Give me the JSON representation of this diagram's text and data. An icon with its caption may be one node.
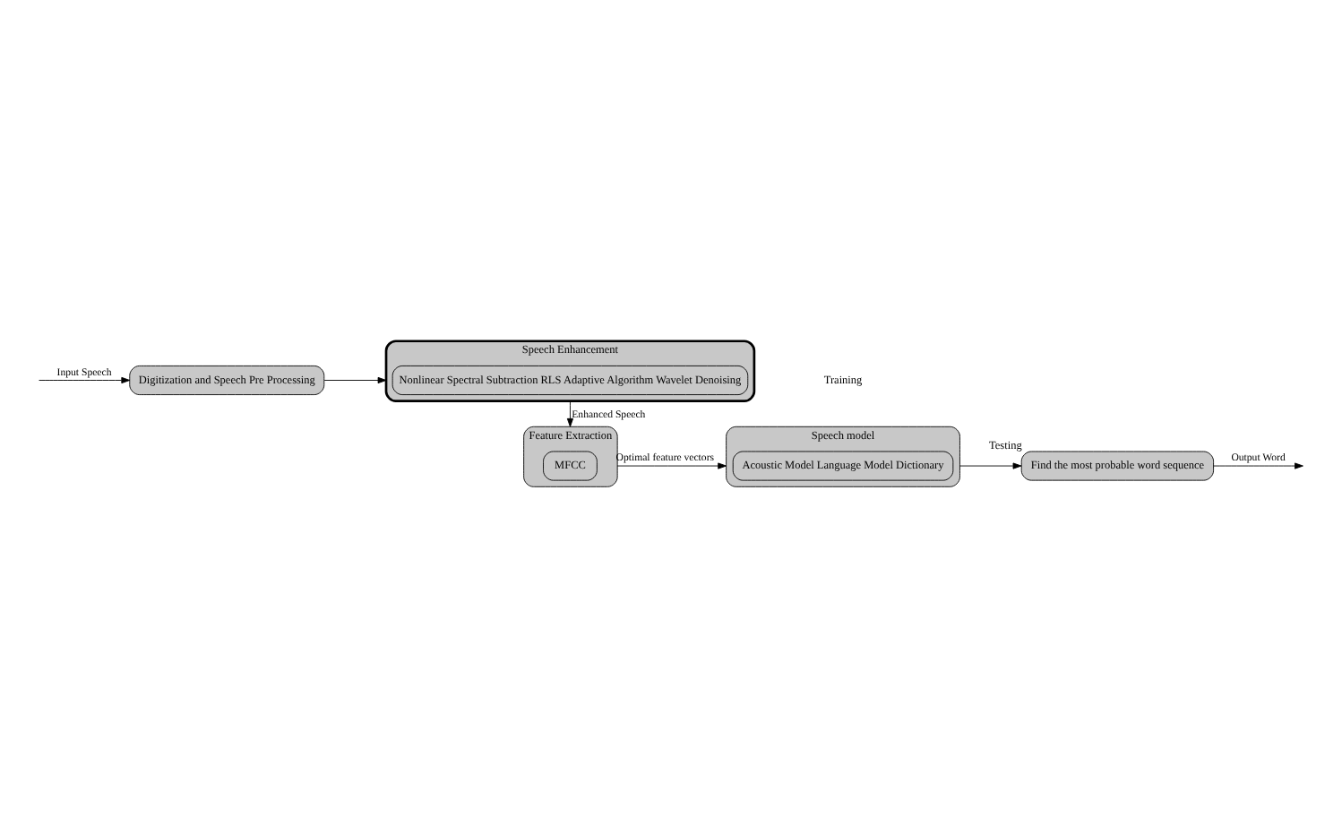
{
  "diagram": {
    "nodes": [
      {
        "text": [
          "Digitization and Speech Pre Processing"
        ]
      },
      {
        "text": [
          "Speech Enhancement"
        ]
      },
      {
        "text": [
          "Nonlinear Spectral Subtraction RLS Adaptive Algorithm Wavelet Denoising"
        ],
        "in": 1
      },
      {
        "text": [
          "Feature Extraction"
        ]
      },
      {
        "text": [
          "MFCC"
        ],
        "in": 3
      },
      {
        "text": [
          "Speech model"
        ],
        "beside": [
          "Training"
        ]
      },
      {
        "text": [
          "Acoustic Model Language Model Dictionary"
        ],
        "in": 5
      },
      {
        "text": [
          "Find the most probable word sequence"
        ],
        "beside": [
          "Testing"
        ]
      }
    ],
    "edges": [
      {
        "from": null,
        "to": 0,
        "arrow": "to",
        "label": "Input Speech"
      },
      {
        "from": 0,
        "to": 1,
        "arrow": "to"
      },
      {
        "from": 1,
        "to": 3,
        "arrow": "to",
        "label": "Enhanced Speech"
      },
      {
        "from": 3,
        "to": 5,
        "arrow": "to",
        "label": "Optimal feature vectors"
      },
      {
        "from": 5,
        "to": 7,
        "arrow": "to"
      },
      {
        "from": 7,
        "to": null,
        "arrow": "to",
        "label": "Output Word"
      }
    ]
  }
}
